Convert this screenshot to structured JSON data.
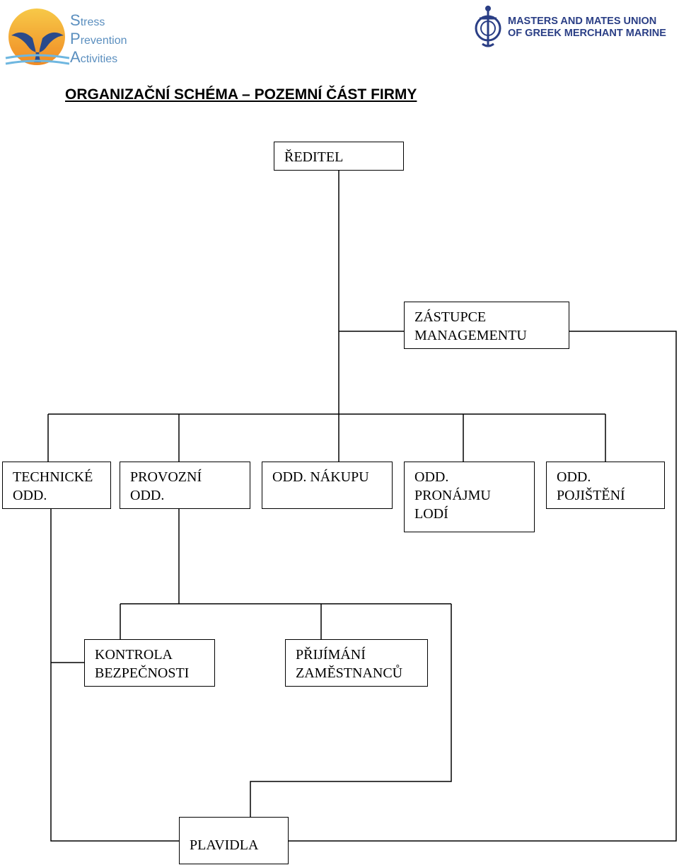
{
  "header": {
    "left_logo": {
      "icon": "whale-tail-sunset-icon",
      "line1_cap": "S",
      "line1_rest": "tress",
      "line2_cap": "P",
      "line2_rest": "revention",
      "line3_cap": "A",
      "line3_rest": "ctivities"
    },
    "right_logo": {
      "icon": "union-emblem-icon",
      "line1": "MASTERS AND MATES UNION",
      "line2": "OF GREEK MERCHANT MARINE"
    }
  },
  "title": "ORGANIZAČNÍ SCHÉMA – POZEMNÍ ČÁST FIRMY",
  "nodes": {
    "reditel": "ŘEDITEL",
    "zastupce": "ZÁSTUPCE\nMANAGEMENTU",
    "technicke": "TECHNICKÉ\nODD.",
    "provozni": "PROVOZNÍ\nODD.",
    "nakupu": "ODD. NÁKUPU",
    "pronajmu": "ODD.\nPRONÁJMU\nLODÍ",
    "pojisteni": "ODD.\nPOJIŠTĚNÍ",
    "kontrola": "KONTROLA\nBEZPEČNOSTI",
    "prijimani": "PŘIJÍMÁNÍ\nZAMĚSTNANCŮ",
    "plavidla": "PLAVIDLA"
  }
}
